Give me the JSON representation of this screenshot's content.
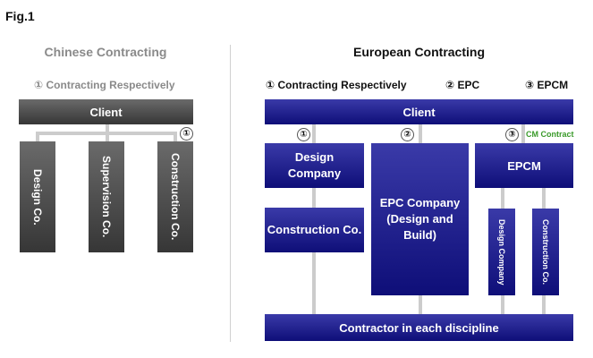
{
  "figure_label": "Fig.1",
  "chinese": {
    "heading": "Chinese Contracting",
    "subheading": "① Contracting Respectively",
    "client": "Client",
    "badge": "①",
    "boxes": [
      "Design Co.",
      "Supervision Co.",
      "Construction Co."
    ]
  },
  "european": {
    "heading": "European Contracting",
    "labels": [
      "① Contracting Respectively",
      "② EPC",
      "③ EPCM"
    ],
    "client": "Client",
    "badges": [
      "①",
      "②",
      "③"
    ],
    "cm_contract": "CM Contract",
    "design_company": "Design Company",
    "construction_co": "Construction Co.",
    "epc_company": "EPC Company (Design and Build)",
    "epcm": "EPCM",
    "epcm_design": "Design Company",
    "epcm_construction": "Construction Co.",
    "contractor": "Contractor in each discipline"
  },
  "colors": {
    "chinese_box": "#4a4a4a",
    "european_box": "#1a1a8c",
    "connector": "#cccccc",
    "cm_contract": "#3a9a2a"
  }
}
